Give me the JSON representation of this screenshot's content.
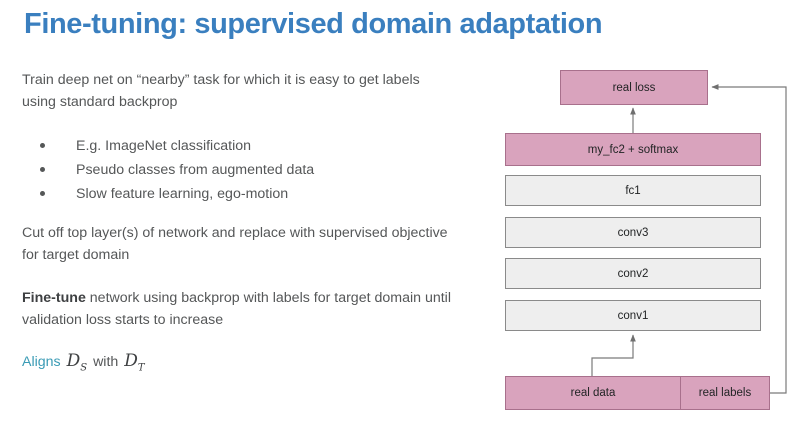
{
  "slide": {
    "title": "Fine-tuning: supervised domain adaptation",
    "title_color": "#3a7fbf",
    "background": "#ffffff"
  },
  "content": {
    "intro_paragraph": "Train deep net on “nearby” task for which it is easy to get labels using standard backprop",
    "bullets": [
      {
        "text": "E.g. ImageNet classification"
      },
      {
        "text": "Pseudo classes from augmented data"
      },
      {
        "text": "Slow feature learning, ego-motion"
      }
    ],
    "cutoff_paragraph": "Cut off top layer(s) of network and replace with supervised objective for target domain",
    "finetune_paragraph": {
      "lead_bold": "Fine-tune",
      "rest": " network using backprop with labels for target domain until validation loss starts to increase"
    },
    "aligns_line": {
      "label": "Aligns",
      "source_symbol": "D",
      "source_subscript": "S",
      "connector": "with",
      "target_symbol": "D",
      "target_subscript": "T",
      "label_color": "#3a9bb5"
    }
  },
  "diagram": {
    "colors": {
      "highlight_fill": "#d9a3bd",
      "highlight_border": "#a8708c",
      "layer_fill": "#eeeeee",
      "layer_border": "#8a8a8a",
      "connector": "#7a7a7a"
    },
    "nodes": [
      {
        "id": "real-loss",
        "label": "real loss",
        "kind": "highlight"
      },
      {
        "id": "my-fc2",
        "label": "my_fc2 + softmax",
        "kind": "highlight"
      },
      {
        "id": "fc1",
        "label": "fc1",
        "kind": "layer"
      },
      {
        "id": "conv3",
        "label": "conv3",
        "kind": "layer"
      },
      {
        "id": "conv2",
        "label": "conv2",
        "kind": "layer"
      },
      {
        "id": "conv1",
        "label": "conv1",
        "kind": "layer"
      },
      {
        "id": "real-data",
        "label": "real data",
        "kind": "highlight"
      },
      {
        "id": "real-labels",
        "label": "real labels",
        "kind": "highlight"
      }
    ],
    "edges": [
      {
        "from": "my-fc2",
        "to": "real-loss",
        "style": "straight-up"
      },
      {
        "from": "real-data",
        "to": "conv1",
        "style": "elbow-up"
      },
      {
        "from": "real-labels",
        "to": "real-loss",
        "style": "right-around"
      }
    ]
  }
}
